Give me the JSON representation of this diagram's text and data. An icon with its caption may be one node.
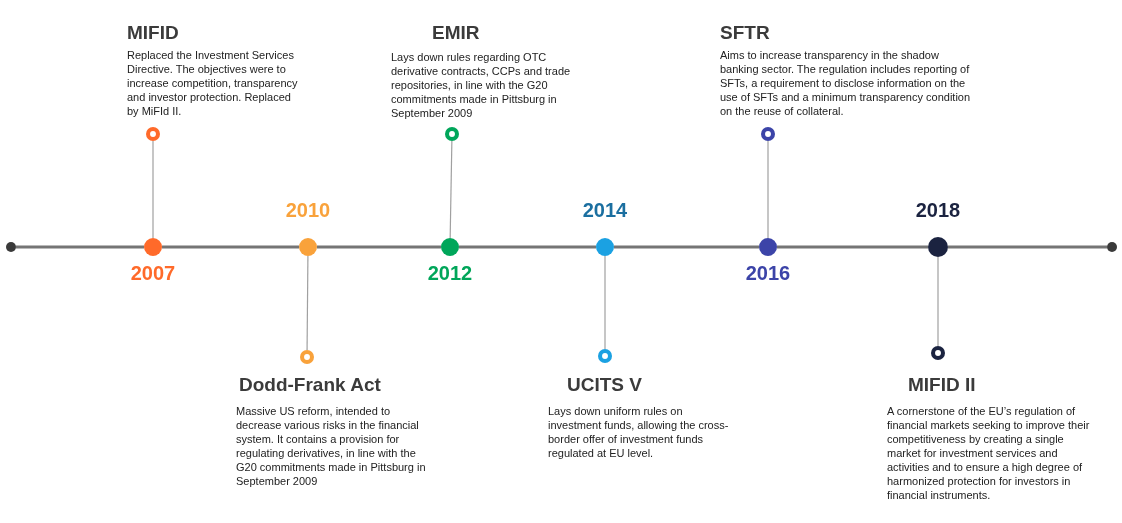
{
  "diagram": {
    "nodes": [
      {
        "text": [],
        "shape": "circle"
      },
      {
        "text": [],
        "shape": "circle",
        "beside": [
          "2007"
        ]
      },
      {
        "text": [],
        "shape": "circle",
        "beside": [
          "MIFID",
          "Replaced the Investment Services Directive. The objectives were to increase competition, transparency and investor protection. Replaced by MiFId II."
        ]
      },
      {
        "text": [],
        "shape": "circle",
        "beside": [
          "2010"
        ]
      },
      {
        "text": [],
        "shape": "circle",
        "beside": [
          "Dodd-Frank Act",
          "Massive US reform, intended to decrease various risks in the financial system. It contains a provision for regulating derivatives, in line with the G20 commitments made in Pittsburg in September 2009"
        ]
      },
      {
        "text": [],
        "shape": "circle",
        "beside": [
          "2012"
        ]
      },
      {
        "text": [],
        "shape": "circle",
        "beside": [
          "EMIR",
          "Lays down rules regarding OTC derivative contracts, CCPs and trade repositories, in line with the G20 commitments made in Pittsburg in September 2009"
        ]
      },
      {
        "text": [],
        "shape": "circle",
        "beside": [
          "2014"
        ]
      },
      {
        "text": [],
        "shape": "circle",
        "beside": [
          "UCITS V",
          "Lays down uniform rules on investment funds, allowing the cross-border offer of investment funds regulated at EU level."
        ]
      },
      {
        "text": [],
        "shape": "circle",
        "beside": [
          "2016"
        ]
      },
      {
        "text": [],
        "shape": "circle",
        "beside": [
          "SFTR",
          "Aims to increase transparency in the shadow banking sector. The regulation includes reporting of SFTs, a requirement to disclose information on the use of SFTs and a minimum transparency condition on the reuse of collateral."
        ]
      },
      {
        "text": [],
        "shape": "circle",
        "beside": [
          "2018"
        ]
      },
      {
        "text": [],
        "shape": "circle",
        "beside": [
          "MIFID II",
          "A cornerstone of the EU’s regulation of financial markets seeking to improve their competitiveness by creating a single market for investment services and activities and to ensure a high degree of harmonized protection for investors in financial instruments."
        ]
      },
      {
        "text": [],
        "shape": "circle"
      }
    ],
    "edges": [
      {
        "from": 0,
        "to": 1,
        "arrow": "none"
      },
      {
        "from": 1,
        "to": 3,
        "arrow": "none"
      },
      {
        "from": 3,
        "to": 5,
        "arrow": "none"
      },
      {
        "from": 5,
        "to": 7,
        "arrow": "none"
      },
      {
        "from": 7,
        "to": 9,
        "arrow": "none"
      },
      {
        "from": 9,
        "to": 11,
        "arrow": "none"
      },
      {
        "from": 11,
        "to": 13,
        "arrow": "none"
      },
      {
        "from": 1,
        "to": 2,
        "arrow": "none",
        "color": "#a0a0a0"
      },
      {
        "from": 3,
        "to": 4,
        "arrow": "none",
        "color": "#a0a0a0"
      },
      {
        "from": 5,
        "to": 6,
        "arrow": "none",
        "color": "#a0a0a0"
      },
      {
        "from": 7,
        "to": 8,
        "arrow": "none",
        "color": "#a0a0a0"
      },
      {
        "from": 9,
        "to": 10,
        "arrow": "none",
        "color": "#a0a0a0"
      },
      {
        "from": 11,
        "to": 12,
        "arrow": "none",
        "color": "#a0a0a0"
      }
    ]
  }
}
